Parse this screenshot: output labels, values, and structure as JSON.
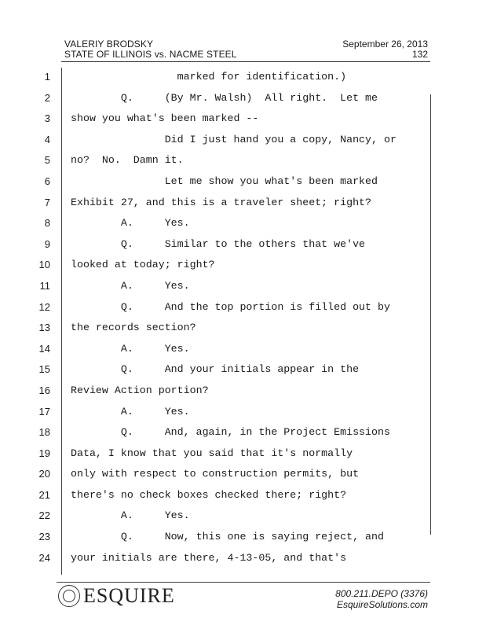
{
  "header": {
    "witness": "VALERIY BRODSKY",
    "case": "STATE OF ILLINOIS vs. NACME STEEL",
    "date": "September 26, 2013",
    "page": "132"
  },
  "lines": [
    {
      "n": "1",
      "text": "                 marked for identification.)"
    },
    {
      "n": "2",
      "text": "        Q.     (By Mr. Walsh)  All right.  Let me"
    },
    {
      "n": "3",
      "text": "show you what's been marked --"
    },
    {
      "n": "4",
      "text": "               Did I just hand you a copy, Nancy, or"
    },
    {
      "n": "5",
      "text": "no?  No.  Damn it."
    },
    {
      "n": "6",
      "text": "               Let me show you what's been marked"
    },
    {
      "n": "7",
      "text": "Exhibit 27, and this is a traveler sheet; right?"
    },
    {
      "n": "8",
      "text": "        A.     Yes."
    },
    {
      "n": "9",
      "text": "        Q.     Similar to the others that we've"
    },
    {
      "n": "10",
      "text": "looked at today; right?"
    },
    {
      "n": "11",
      "text": "        A.     Yes."
    },
    {
      "n": "12",
      "text": "        Q.     And the top portion is filled out by"
    },
    {
      "n": "13",
      "text": "the records section?"
    },
    {
      "n": "14",
      "text": "        A.     Yes."
    },
    {
      "n": "15",
      "text": "        Q.     And your initials appear in the"
    },
    {
      "n": "16",
      "text": "Review Action portion?"
    },
    {
      "n": "17",
      "text": "        A.     Yes."
    },
    {
      "n": "18",
      "text": "        Q.     And, again, in the Project Emissions"
    },
    {
      "n": "19",
      "text": "Data, I know that you said that it's normally"
    },
    {
      "n": "20",
      "text": "only with respect to construction permits, but"
    },
    {
      "n": "21",
      "text": "there's no check boxes checked there; right?"
    },
    {
      "n": "22",
      "text": "        A.     Yes."
    },
    {
      "n": "23",
      "text": "        Q.     Now, this one is saying reject, and"
    },
    {
      "n": "24",
      "text": "your initials are there, 4-13-05, and that's"
    }
  ],
  "footer": {
    "logo_text": "ESQUIRE",
    "phone": "800.211.DEPO (3376)",
    "site": "EsquireSolutions.com"
  }
}
